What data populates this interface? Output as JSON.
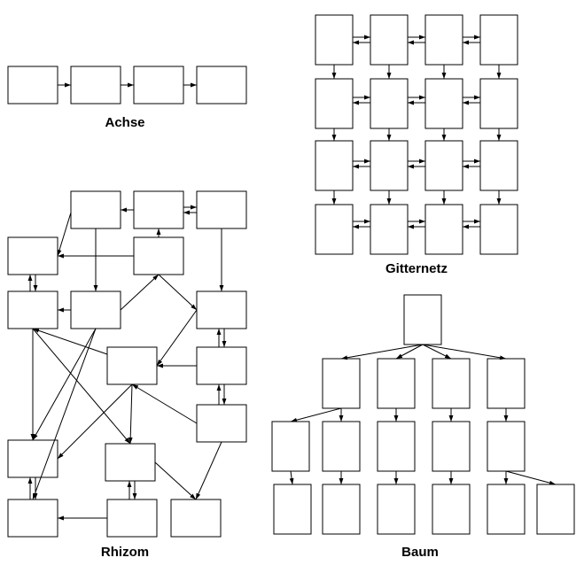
{
  "captions": {
    "achse": "Achse",
    "gitternetz": "Gitternetz",
    "rhizom": "Rhizom",
    "baum": "Baum"
  },
  "colors": {
    "stroke": "#000000",
    "fill": "#ffffff"
  }
}
